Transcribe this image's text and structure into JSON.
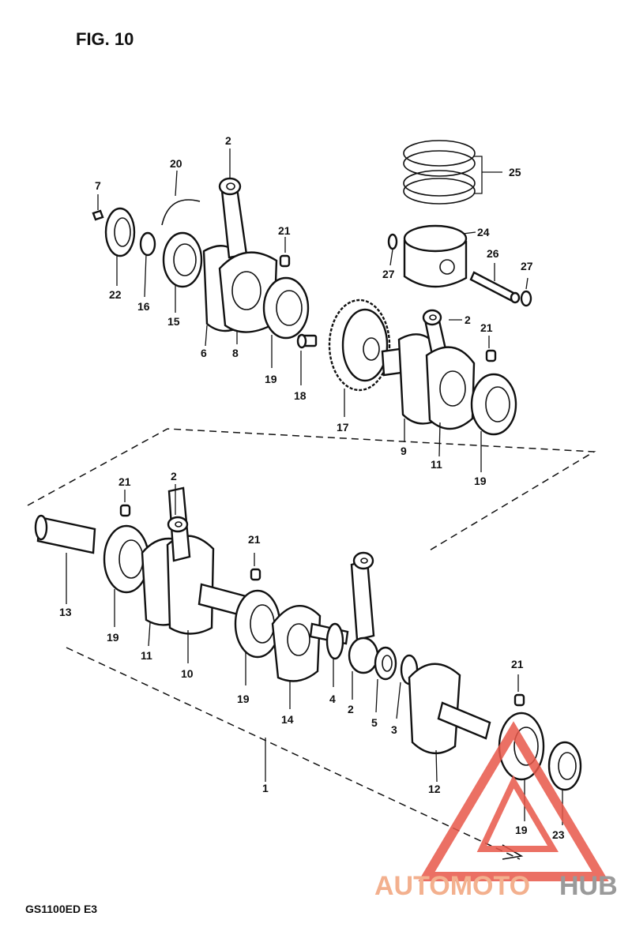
{
  "figure": {
    "title": "FIG. 10",
    "model": "GS1100ED  E3"
  },
  "watermark": {
    "text_auto": "AUTOMOTO",
    "text_hub": "HUB",
    "accent": "#e8584a",
    "auto_color": "#f3b08e",
    "hub_color": "#9a9a9a"
  },
  "labels": {
    "p2a": "2",
    "p20": "20",
    "p7": "7",
    "p21a": "21",
    "p22": "22",
    "p16": "16",
    "p15": "15",
    "p6": "6",
    "p8": "8",
    "p19a": "19",
    "p18": "18",
    "p25": "25",
    "p24": "24",
    "p26": "26",
    "p27a": "27",
    "p27b": "27",
    "p2b": "2",
    "p21b": "21",
    "p17": "17",
    "p9": "9",
    "p11a": "11",
    "p19b": "19",
    "p21c": "21",
    "p2c": "2",
    "p21d": "21",
    "p13": "13",
    "p19c": "19",
    "p11b": "11",
    "p10": "10",
    "p19d": "19",
    "p14": "14",
    "p4": "4",
    "p2d": "2",
    "p5": "5",
    "p3": "3",
    "p21e": "21",
    "p12": "12",
    "p1": "1",
    "p19e": "19",
    "p23": "23"
  }
}
